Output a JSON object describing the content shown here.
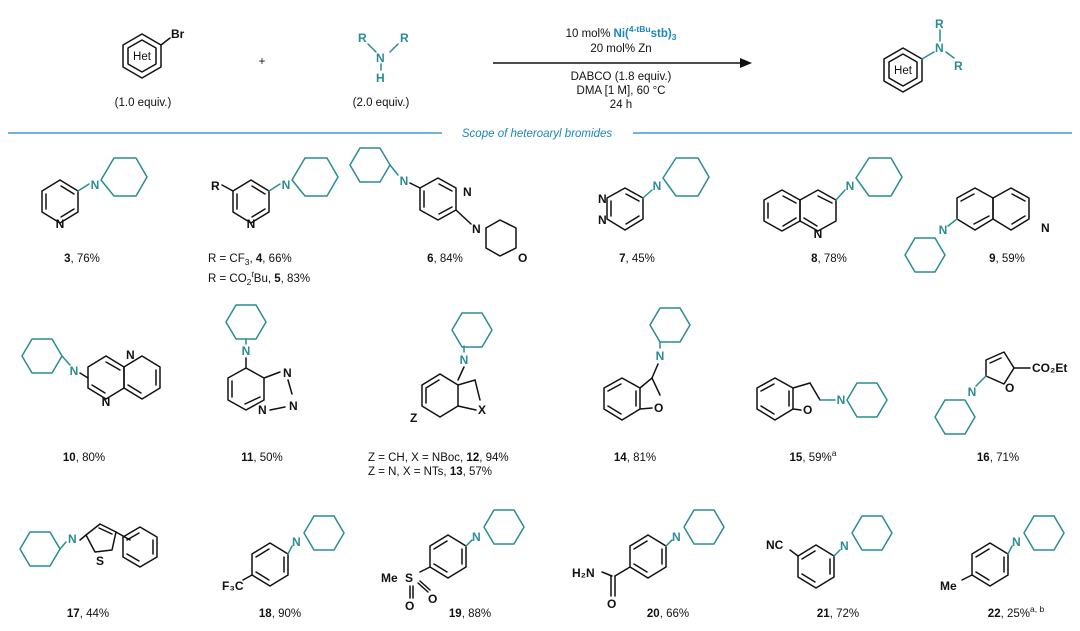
{
  "colors": {
    "teal": "#2a8c93",
    "blue": "#1a86c0",
    "ink": "#111111"
  },
  "scheme": {
    "het": "Het",
    "br": "Br",
    "plus": "+",
    "equiv_1": "(1.0 equiv.)",
    "equiv_2": "(2.0 equiv.)",
    "amine_r": "R",
    "amine_n": "N",
    "amine_h": "H",
    "cond_1a": "10 mol% ",
    "cond_1b": "Ni(",
    "cond_1sup": "4-tBu",
    "cond_1c": "stb)",
    "cond_1sub": "3",
    "cond_2": "20 mol% Zn",
    "cond_3": "DABCO (1.8 equiv.)",
    "cond_4": "DMA [1 M], 60 °C",
    "cond_5": "24 h"
  },
  "section_title": "Scope of heteroaryl bromides",
  "atoms": {
    "N": "N",
    "O": "O",
    "S": "S",
    "X": "X",
    "Z": "Z",
    "R": "R",
    "CO2Et": "CO₂Et",
    "F3C": "F₃C",
    "Me": "Me",
    "MeS": "Me",
    "H2N": "H₂N",
    "NC": "NC"
  },
  "labels": {
    "c3": {
      "num": "3",
      "yield": ", 76%"
    },
    "c4": {
      "pre": "R = CF",
      "sub": "3",
      "mid": ", ",
      "num": "4",
      "yield": ", 66%"
    },
    "c5": {
      "pre": "R = CO",
      "sub": "2",
      "sup": "t",
      "mid": "Bu, ",
      "num": "5",
      "yield": ", 83%"
    },
    "c6": {
      "num": "6",
      "yield": ", 84%"
    },
    "c7": {
      "num": "7",
      "yield": ", 45%"
    },
    "c8": {
      "num": "8",
      "yield": ", 78%"
    },
    "c9": {
      "num": "9",
      "yield": ", 59%"
    },
    "c10": {
      "num": "10",
      "yield": ", 80%"
    },
    "c11": {
      "num": "11",
      "yield": ", 50%"
    },
    "c12": {
      "pre": "Z = CH, X = NBoc, ",
      "num": "12",
      "yield": ", 94%"
    },
    "c13": {
      "pre": "Z = N, X = NTs, ",
      "num": "13",
      "yield": ", 57%"
    },
    "c14": {
      "num": "14",
      "yield": ", 81%"
    },
    "c15": {
      "num": "15",
      "yield": ", 59%",
      "sup": "a"
    },
    "c16": {
      "num": "16",
      "yield": ", 71%"
    },
    "c17": {
      "num": "17",
      "yield": ", 44%"
    },
    "c18": {
      "num": "18",
      "yield": ", 90%"
    },
    "c19": {
      "num": "19",
      "yield": ", 88%"
    },
    "c20": {
      "num": "20",
      "yield": ", 66%"
    },
    "c21": {
      "num": "21",
      "yield": ", 72%"
    },
    "c22": {
      "num": "22",
      "yield": ", 25%",
      "sup": "a, b"
    }
  }
}
